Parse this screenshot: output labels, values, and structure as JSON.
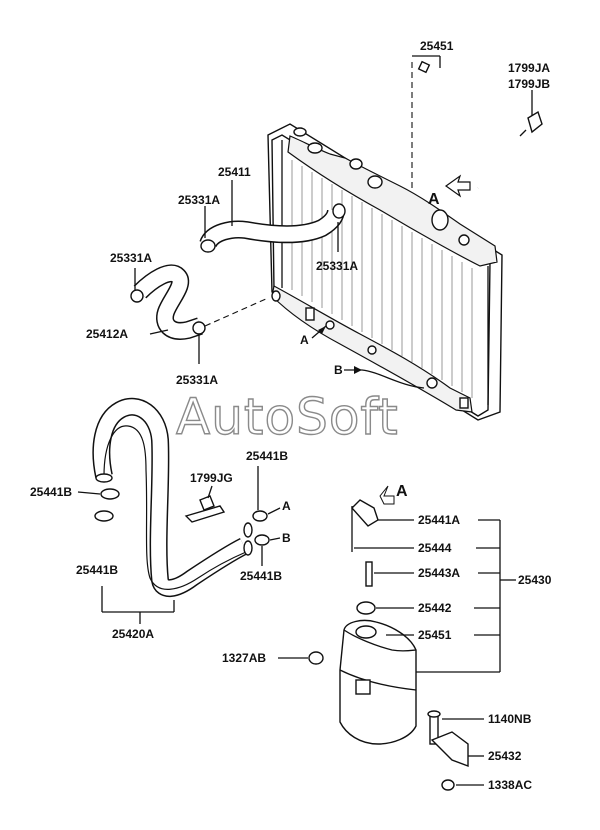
{
  "watermark": "AutoSoft",
  "labels": {
    "p25451_top": "25451",
    "p1799JA": "1799JA",
    "p1799JB": "1799JB",
    "p25411": "25411",
    "p25331A_1": "25331A",
    "p25331A_2": "25331A",
    "p25331A_3": "25331A",
    "p25331A_4": "25331A",
    "p25412A": "25412A",
    "markA_top": "A",
    "markA_rad": "A",
    "markB_rad": "B",
    "p25441B_1": "25441B",
    "p25441B_2": "25441B",
    "p25441B_3": "25441B",
    "p25441B_4": "25441B",
    "p1799JG": "1799JG",
    "markA_hose": "A",
    "markB_hose": "B",
    "p25420A": "25420A",
    "markA_tank": "A",
    "p25441A": "25441A",
    "p25444": "25444",
    "p25443A": "25443A",
    "p25430": "25430",
    "p25442": "25442",
    "p25451_tank": "25451",
    "p1327AB": "1327AB",
    "p1140NB": "1140NB",
    "p25432": "25432",
    "p1338AC": "1338AC"
  }
}
